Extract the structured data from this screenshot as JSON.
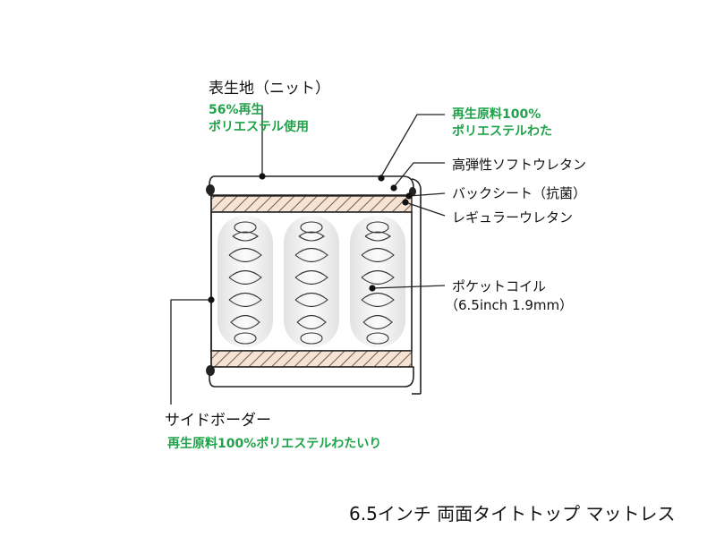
{
  "title": "6.5インチ 両面タイトトップ マットレス",
  "labels": {
    "top_fabric": "表生地（ニット）",
    "top_fabric_note_1": "56%再生",
    "top_fabric_note_2": "ポリエステル使用",
    "cotton_note_1": "再生原料100%",
    "cotton_note_2": "ポリエステルわた",
    "high_resilience": "高弾性ソフトウレタン",
    "back_sheet": "バックシート（抗菌）",
    "regular_urethane": "レギュラーウレタン",
    "pocket_coil": "ポケットコイル",
    "pocket_coil_spec": "（6.5inch 1.9mm）",
    "side_border": "サイドボーダー",
    "side_border_note": "再生原料100%ポリエステルわたいり"
  },
  "colors": {
    "label_green": "#1fa34a",
    "line": "#222222",
    "wood_fill": "#f6e3d3"
  }
}
